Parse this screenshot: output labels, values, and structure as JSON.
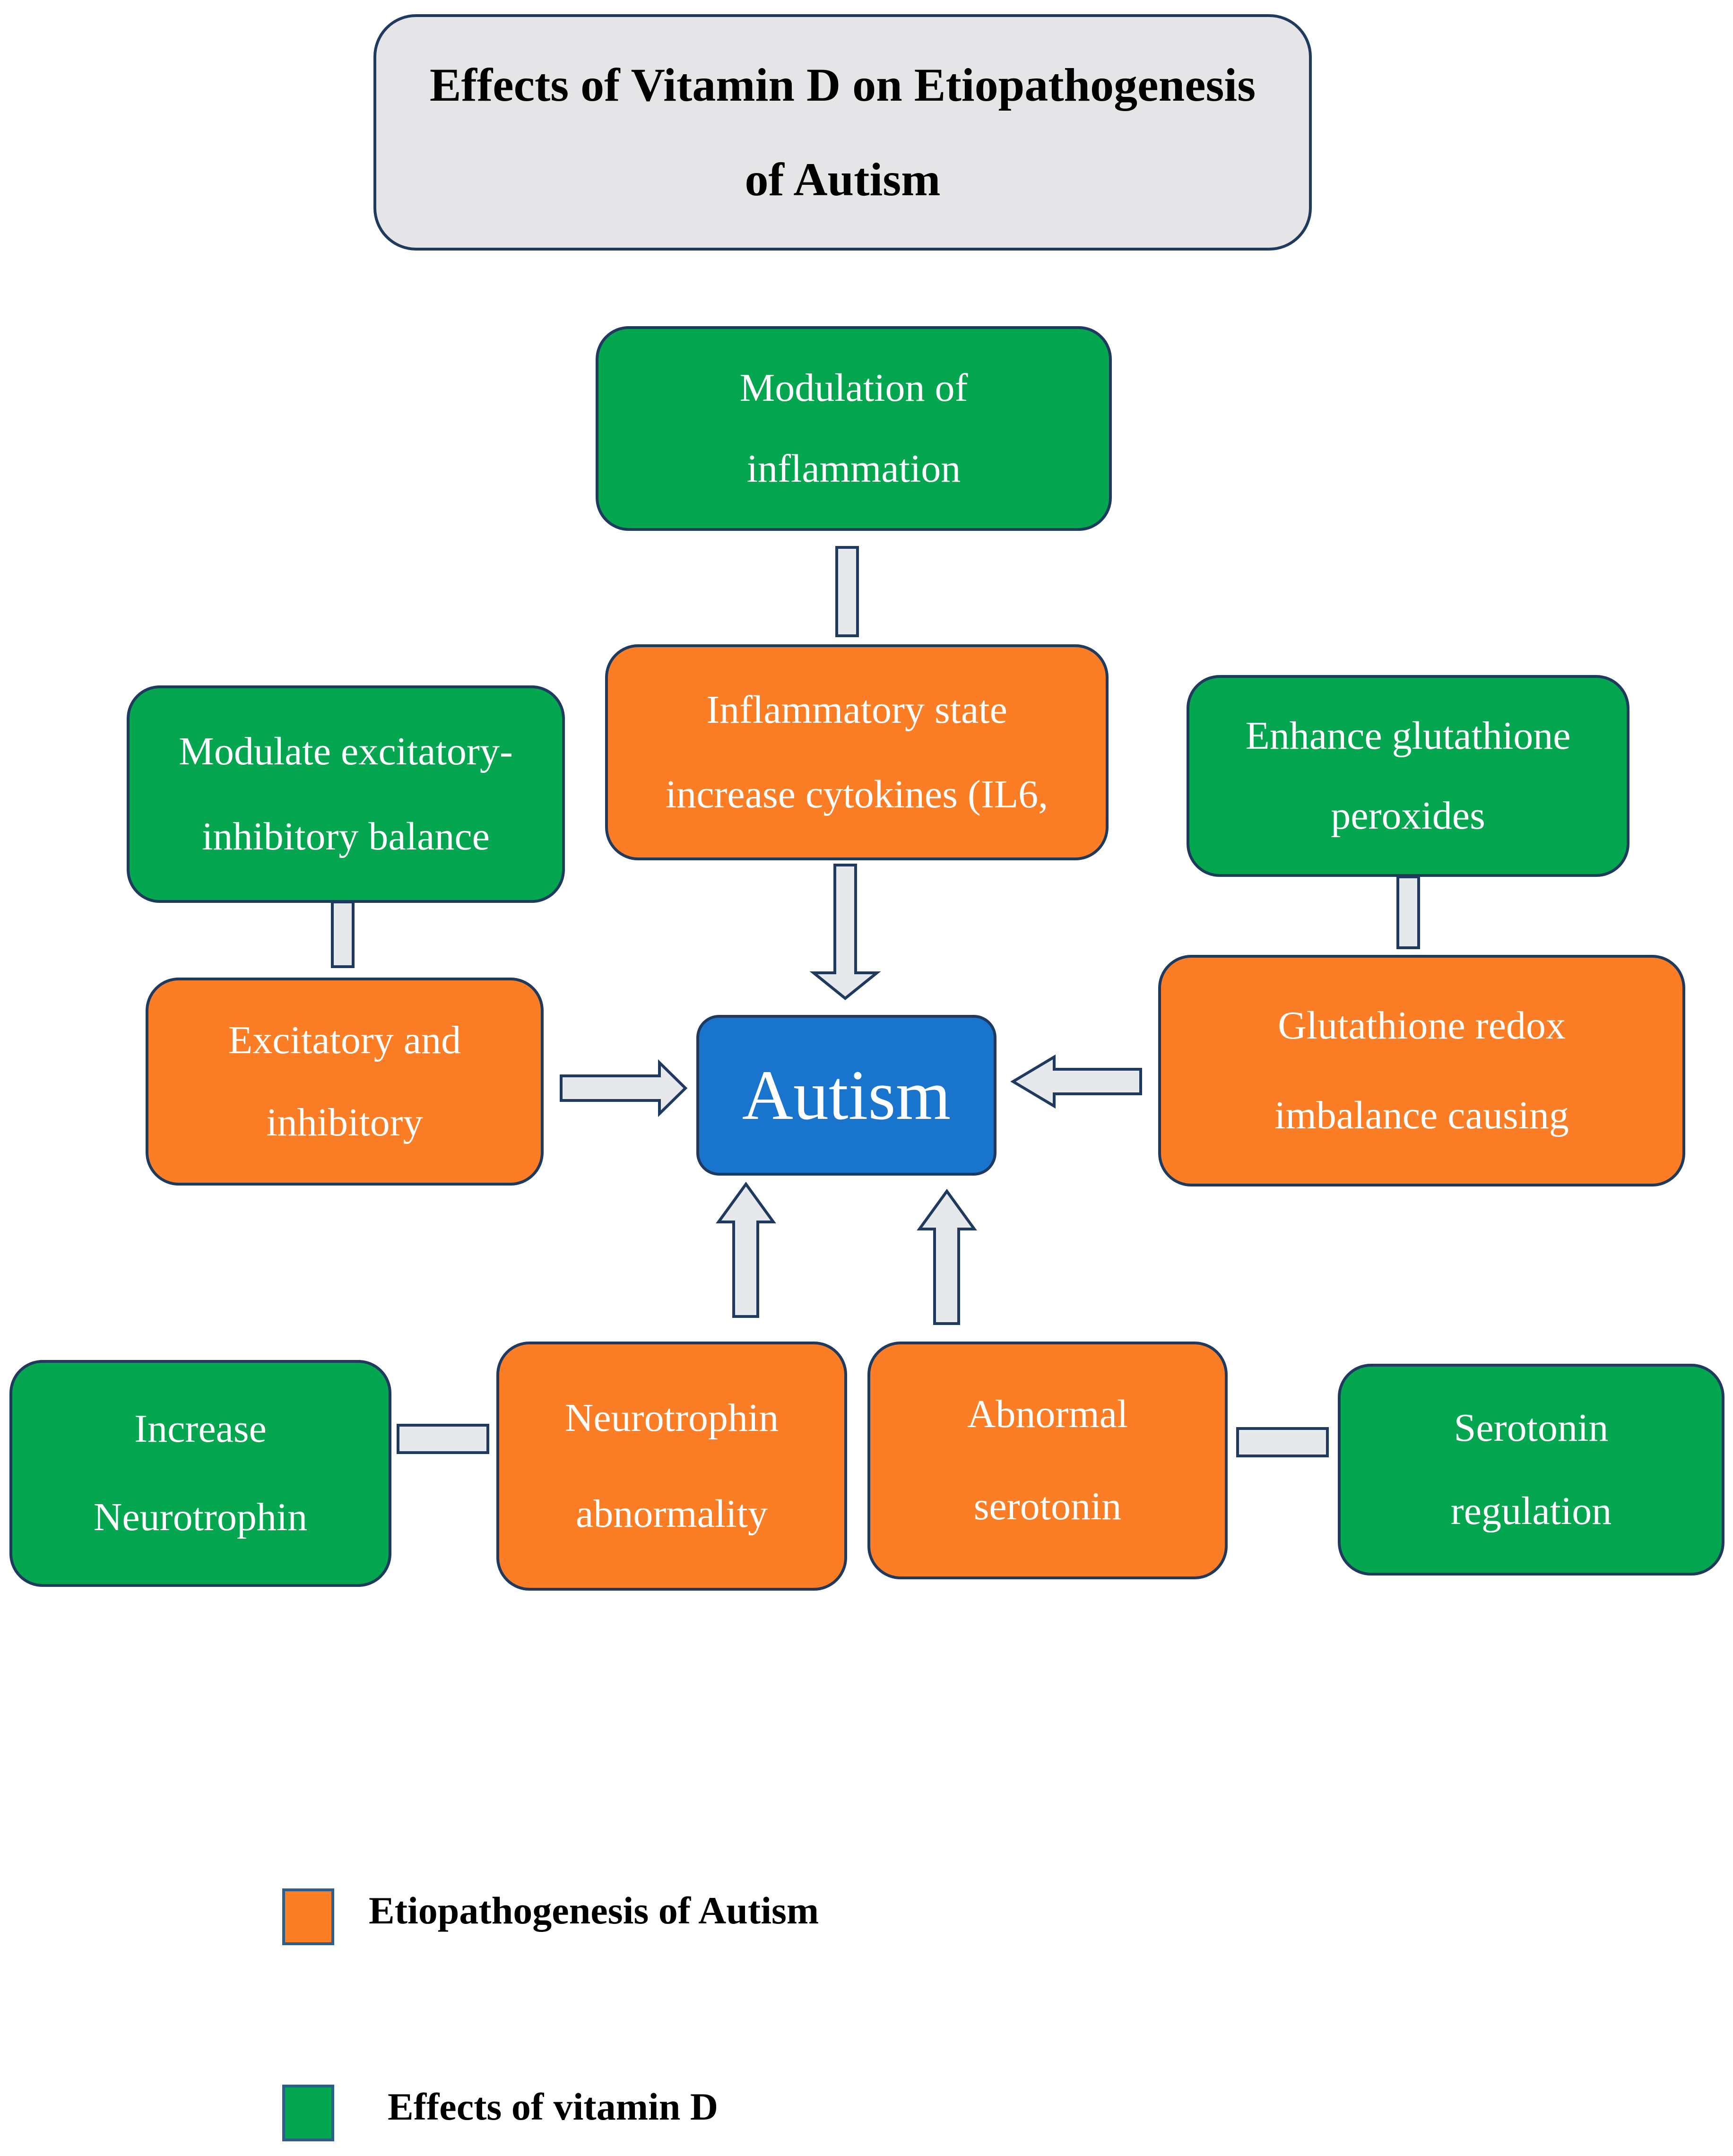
{
  "title": {
    "line1": "Effects of Vitamin D on Etiopathogenesis",
    "line2": "of Autism"
  },
  "center": {
    "label": "Autism",
    "color": "#1874cd"
  },
  "colors": {
    "etiopathogenesis": "#fb7d26",
    "vitamin_d": "#04a64f"
  },
  "nodes": {
    "modulation_inflammation": {
      "line1": "Modulation of",
      "line2": "inflammation"
    },
    "inflammatory_state": {
      "line1": "Inflammatory state",
      "line2": "increase cytokines (IL6,"
    },
    "modulate_balance": {
      "line1": "Modulate excitatory-",
      "line2": "inhibitory balance"
    },
    "excitatory_inhibitory": {
      "line1": "Excitatory and",
      "line2": "inhibitory"
    },
    "enhance_glutathione": {
      "line1": "Enhance glutathione",
      "line2": "peroxides"
    },
    "glutathione_redox": {
      "line1": "Glutathione redox",
      "line2": "imbalance causing"
    },
    "increase_neurotrophin": {
      "line1": "Increase",
      "line2": "Neurotrophin"
    },
    "neurotrophin_abnormality": {
      "line1": "Neurotrophin",
      "line2": "abnormality"
    },
    "abnormal_serotonin": {
      "line1": "Abnormal",
      "line2": "serotonin"
    },
    "serotonin_regulation": {
      "line1": "Serotonin",
      "line2": "regulation"
    }
  },
  "legend": {
    "items": [
      {
        "label": "Etiopathogenesis of Autism",
        "color": "#fb7d26"
      },
      {
        "label": "Effects of vitamin D",
        "color": "#04a64f"
      }
    ]
  }
}
